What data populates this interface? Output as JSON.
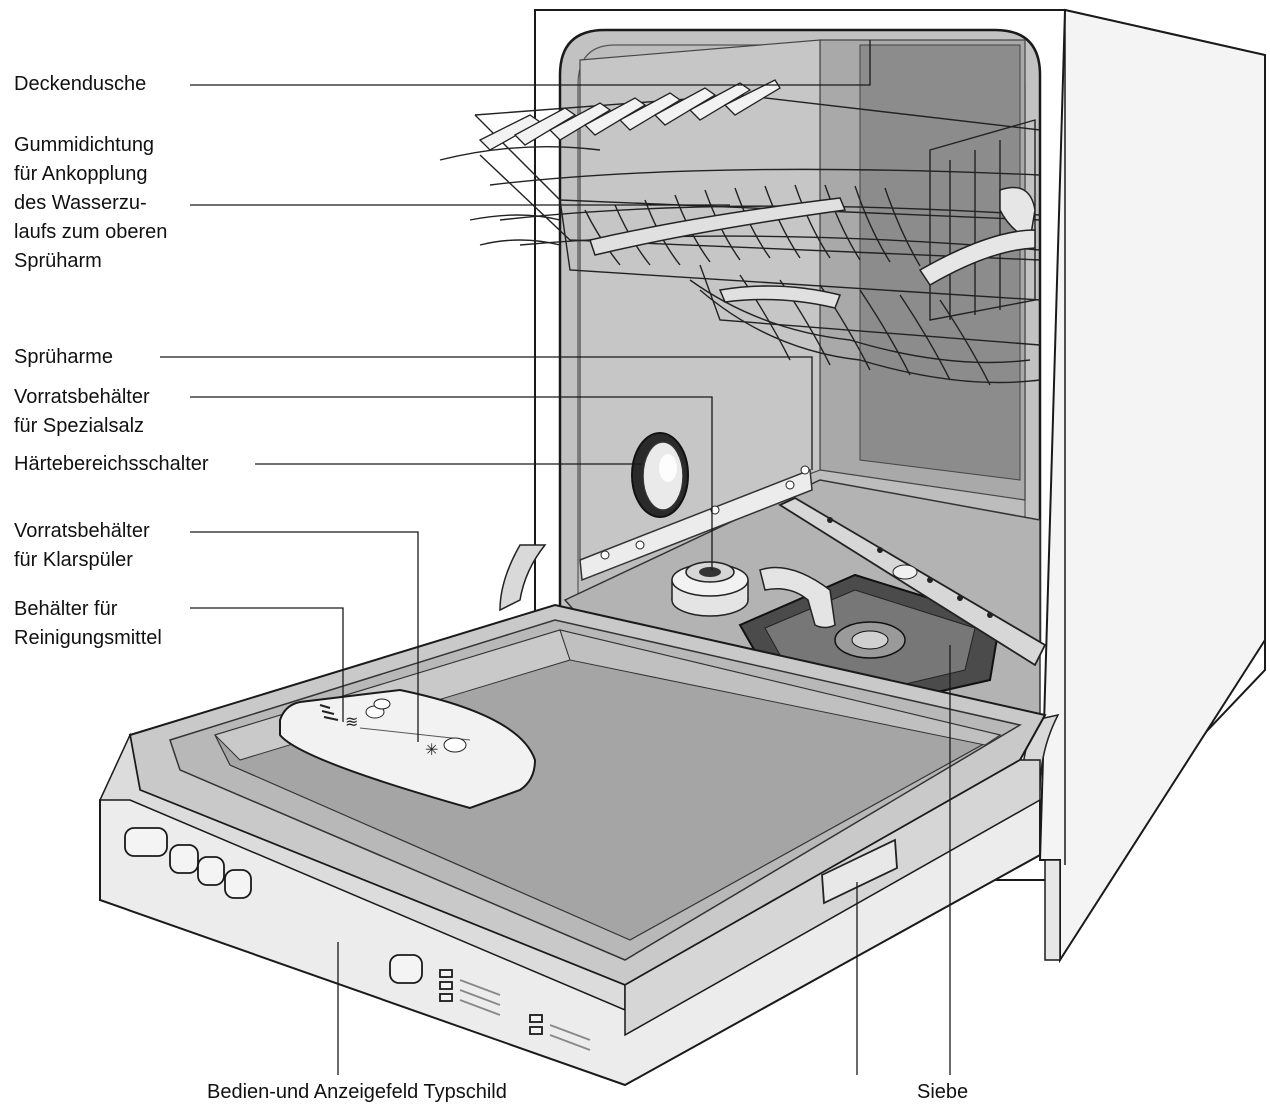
{
  "labels": {
    "deckendusche": [
      "Deckendusche"
    ],
    "gummidichtung": [
      "Gummidichtung",
      "für Ankopplung",
      "des Wasserzu-",
      "laufs zum oberen",
      "Sprüharm"
    ],
    "spruharme": [
      "Sprüharme"
    ],
    "salz": [
      "Vorratsbehälter",
      "für Spezialsalz"
    ],
    "haerte": [
      "Härtebereichsschalter"
    ],
    "klarspueler": [
      "Vorratsbehälter",
      "für Klarspüler"
    ],
    "reinigungsmittel": [
      "Behälter für",
      "Reinigungsmittel"
    ],
    "bottom_left": [
      "Bedien-und Anzeigefeld Typschild"
    ],
    "bottom_right": [
      "Siebe"
    ]
  },
  "colors": {
    "line": "#1a1a1a",
    "tub_gray": "#b9b9b9",
    "tub_dark": "#8f8f8f",
    "door_gray": "#c8c8c8",
    "light": "#e9e9e9",
    "white": "#ffffff"
  },
  "icons": {
    "snowflake": "rinse-aid-symbol",
    "shower": "detergent-symbol"
  }
}
